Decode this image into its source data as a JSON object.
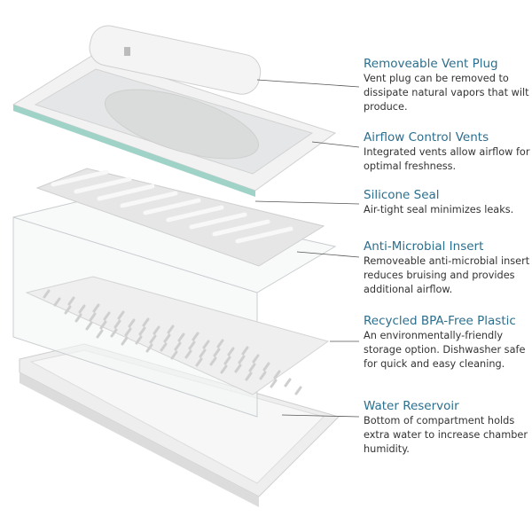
{
  "colors": {
    "title": "#2b6f8e",
    "body": "#333333",
    "accent_green": "#9fd3c7"
  },
  "callouts": [
    {
      "title": "Removeable Vent Plug",
      "body": "Vent plug can be removed to dissipate natural vapors that wilt produce."
    },
    {
      "title": "Airflow Control Vents",
      "body": "Integrated vents allow airflow for optimal freshness."
    },
    {
      "title": "Silicone Seal",
      "body": "Air-tight seal minimizes leaks."
    },
    {
      "title": "Anti-Microbial Insert",
      "body": "Removeable anti-microbial insert reduces bruising and provides additional airflow."
    },
    {
      "title": "Recycled BPA-Free Plastic",
      "body": "An environmentally-friendly storage option. Dishwasher safe for quick and easy cleaning."
    },
    {
      "title": "Water Reservoir",
      "body": "Bottom of compartment holds extra water to increase chamber humidity."
    }
  ]
}
